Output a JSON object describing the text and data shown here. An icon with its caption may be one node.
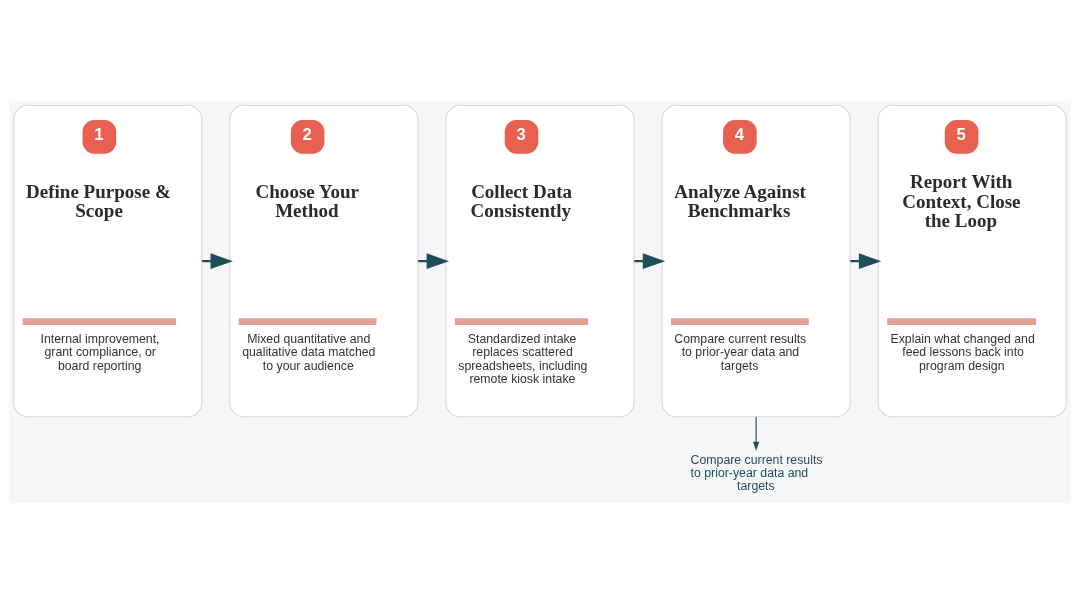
{
  "diagram": {
    "nodes": [
      {
        "text": [
          "1",
          "Define Purpose & Scope",
          "Internal improvement, grant compliance, or board reporting"
        ]
      },
      {
        "text": [
          "2",
          "Choose Your Method",
          "Mixed quantitative and qualitative data matched to your audience"
        ]
      },
      {
        "text": [
          "3",
          "Collect Data Consistently",
          "Standardized intake replaces scattered spreadsheets, including remote kiosk intake"
        ]
      },
      {
        "text": [
          "4",
          "Analyze Against Benchmarks",
          "Compare current results to prior-year data and targets"
        ]
      },
      {
        "text": [
          "5",
          "Report With Context, Close the Loop",
          "Explain what changed and feed lessons back into program design"
        ]
      },
      {
        "text": [
          "Compare current results to prior-year data and targets"
        ]
      }
    ],
    "edges": [
      {
        "from": 0,
        "to": 1,
        "arrow": "to"
      },
      {
        "from": 1,
        "to": 2,
        "arrow": "to"
      },
      {
        "from": 2,
        "to": 3,
        "arrow": "to"
      },
      {
        "from": 3,
        "to": 4,
        "arrow": "to"
      },
      {
        "from": 3,
        "to": 5,
        "arrow": "to"
      }
    ]
  }
}
